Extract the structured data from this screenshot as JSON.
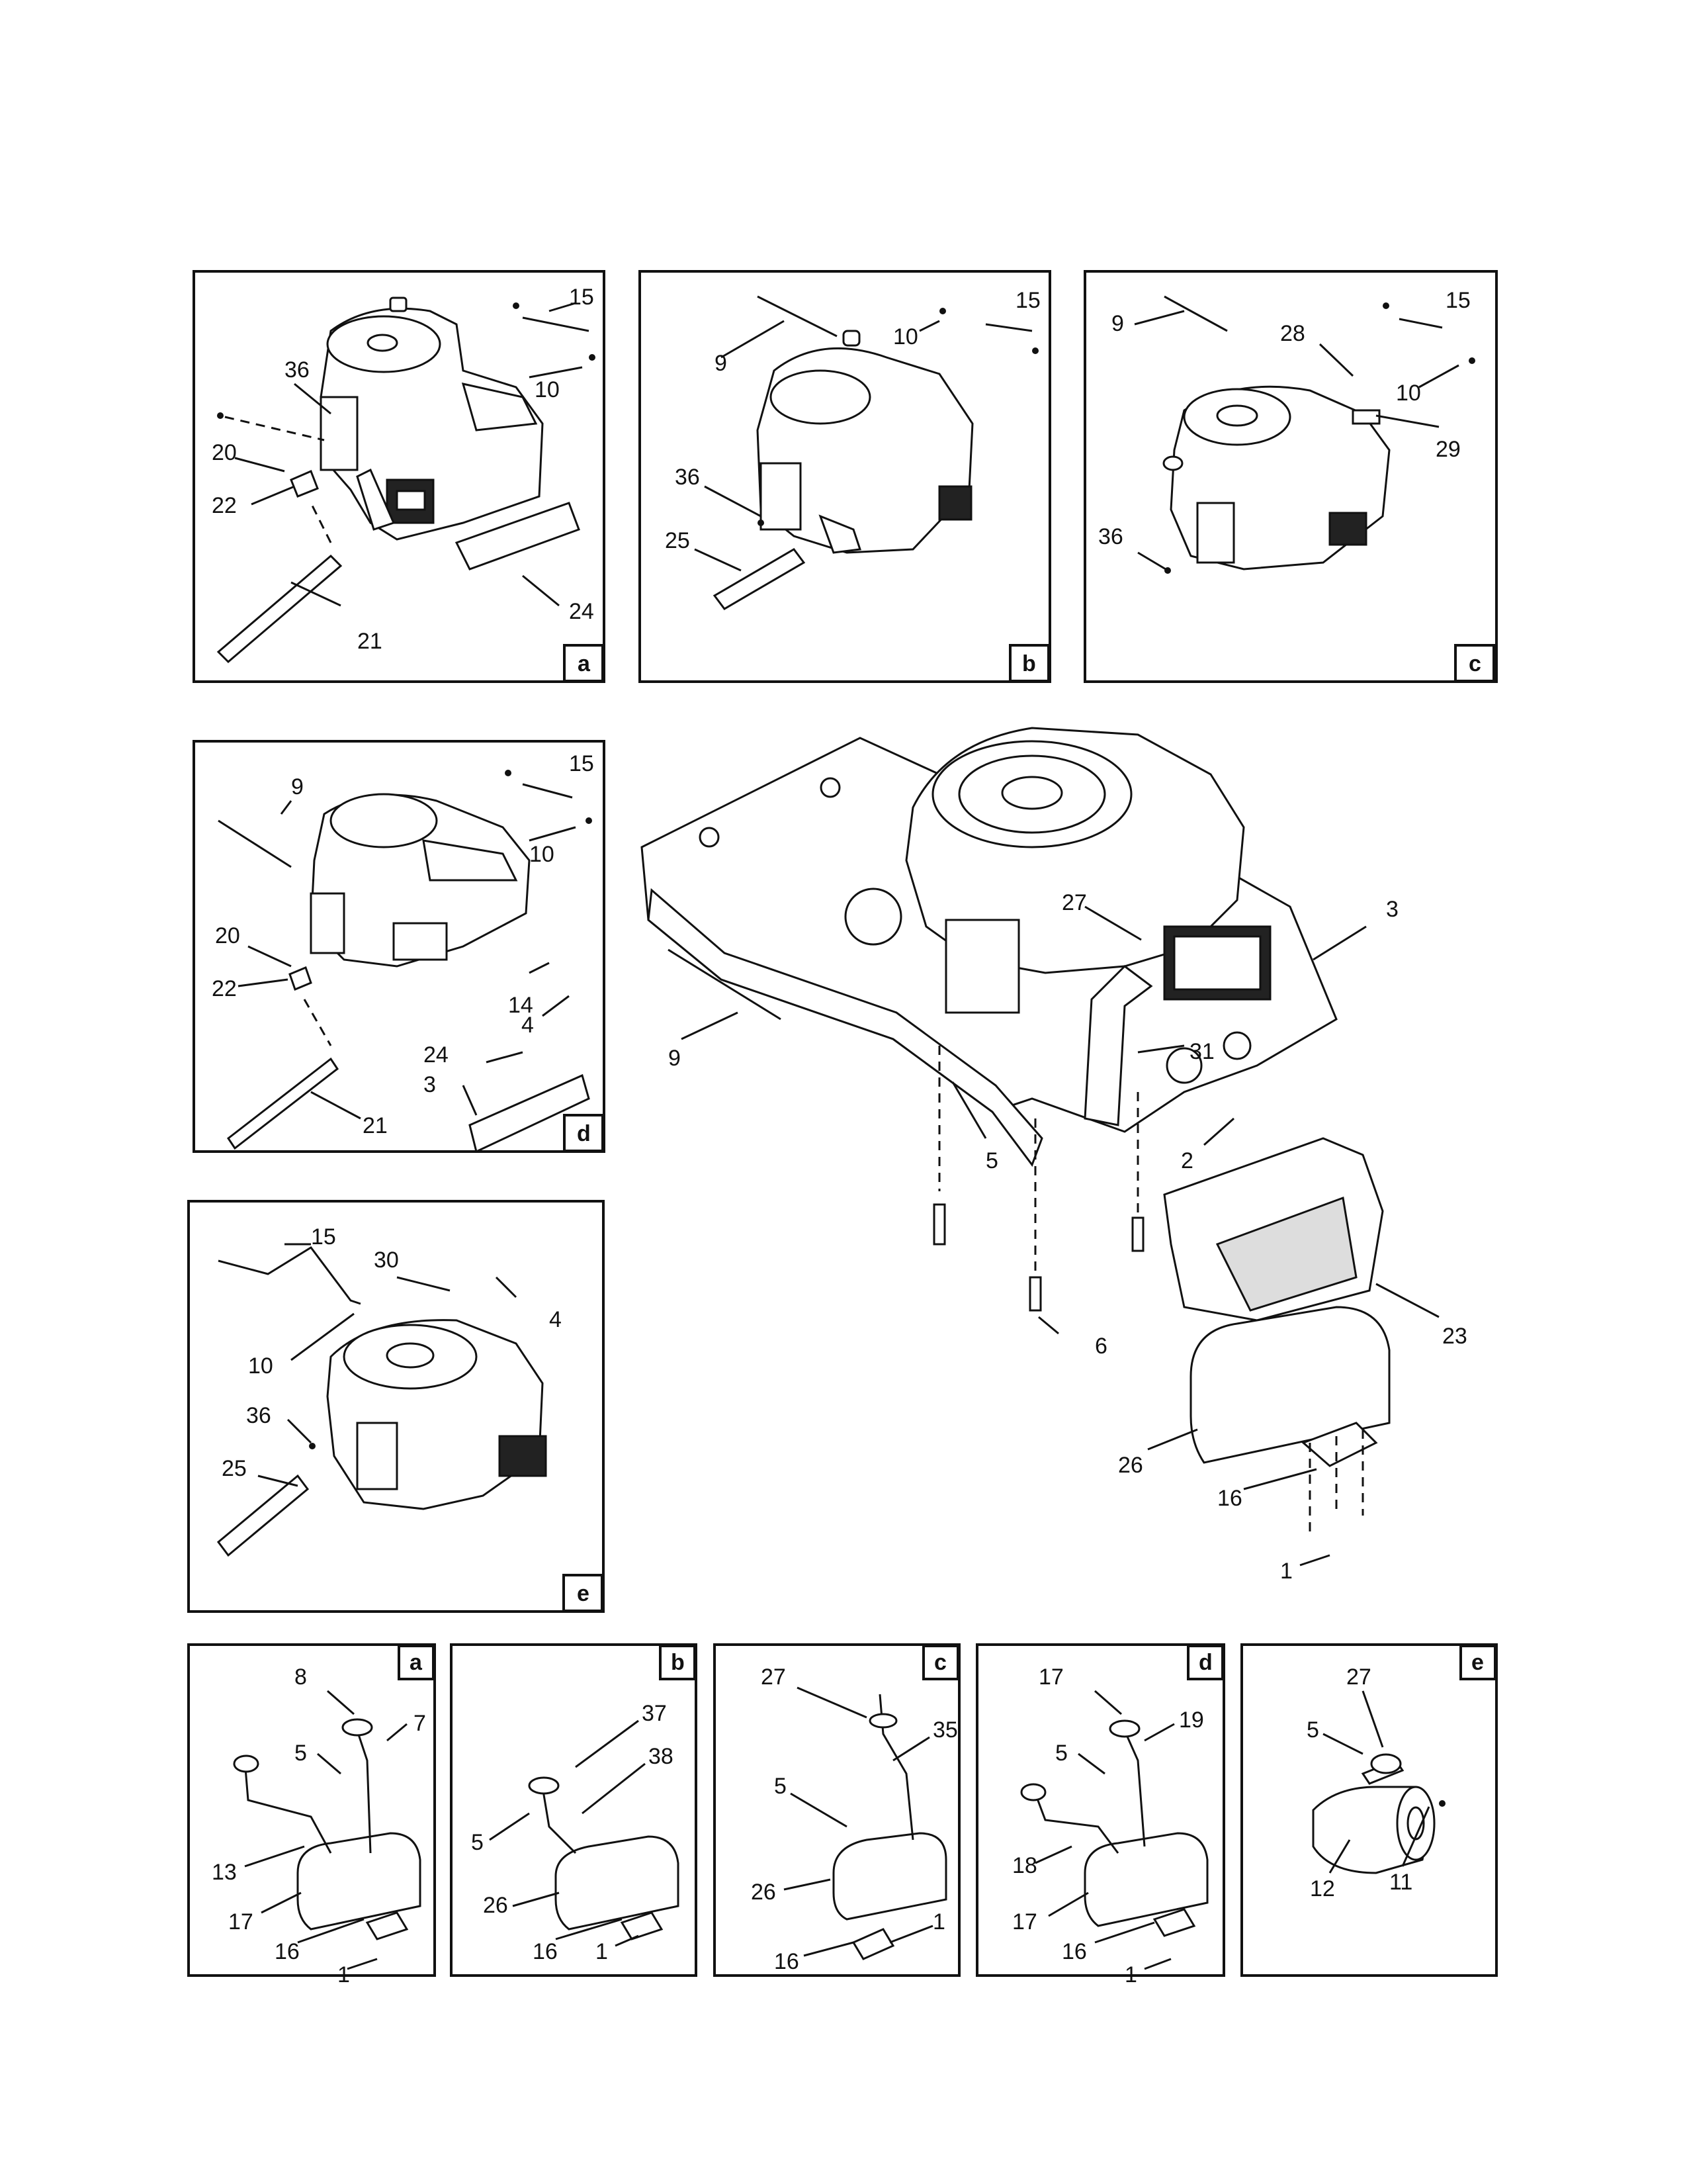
{
  "panels": [
    {
      "tag": "a",
      "labels": [
        "15",
        "36",
        "10",
        "20",
        "22",
        "21",
        "24"
      ]
    },
    {
      "tag": "b",
      "labels": [
        "9",
        "10",
        "15",
        "36",
        "25"
      ]
    },
    {
      "tag": "c",
      "labels": [
        "9",
        "15",
        "28",
        "10",
        "29",
        "36"
      ]
    },
    {
      "tag": "d",
      "labels": [
        "9",
        "15",
        "10",
        "20",
        "22",
        "14",
        "4",
        "24",
        "3",
        "21"
      ]
    },
    {
      "tag": "e",
      "labels": [
        "15",
        "30",
        "4",
        "10",
        "36",
        "25"
      ]
    }
  ],
  "main_assembly": {
    "labels": [
      "27",
      "3",
      "9",
      "31",
      "5",
      "2",
      "6",
      "23",
      "26",
      "16",
      "1"
    ]
  },
  "muffler_panels": [
    {
      "tag": "a",
      "labels": [
        "8",
        "7",
        "5",
        "13",
        "17",
        "16",
        "1"
      ]
    },
    {
      "tag": "b",
      "labels": [
        "37",
        "38",
        "5",
        "26",
        "16",
        "1"
      ]
    },
    {
      "tag": "c",
      "labels": [
        "27",
        "35",
        "5",
        "26",
        "16",
        "1"
      ]
    },
    {
      "tag": "d",
      "labels": [
        "17",
        "19",
        "5",
        "18",
        "17",
        "16",
        "1"
      ]
    },
    {
      "tag": "e",
      "labels": [
        "27",
        "5",
        "12",
        "11"
      ]
    }
  ]
}
